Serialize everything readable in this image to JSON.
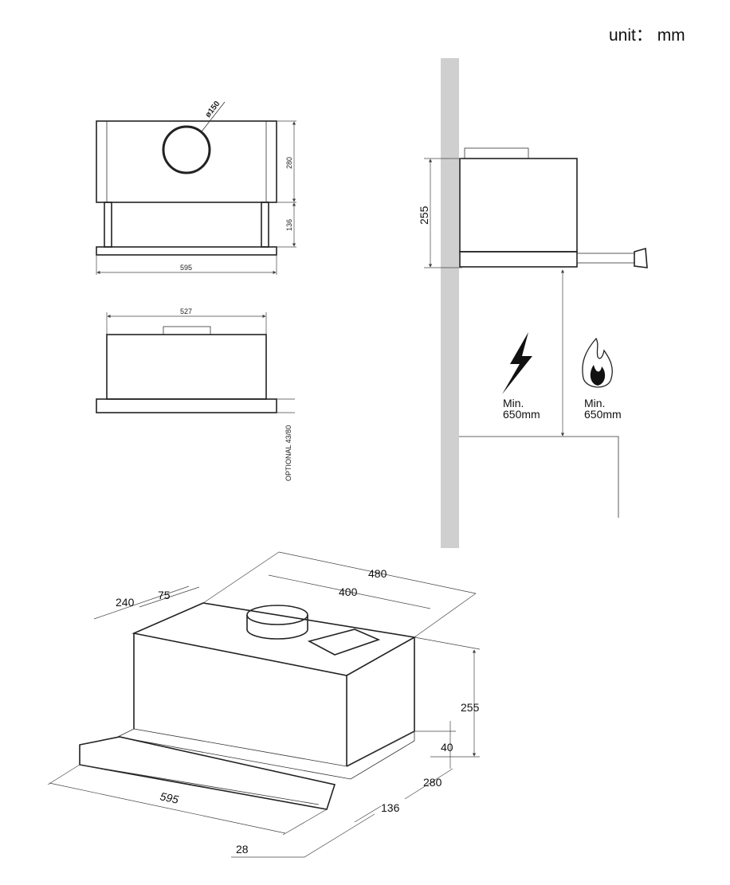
{
  "unit_label": "unit： mm",
  "front_view": {
    "duct_diameter": "ø150",
    "height_body": "280",
    "height_drawer": "136",
    "width": "595"
  },
  "top_view": {
    "width": "527",
    "optional_note": "OPTIONAL  43/80"
  },
  "side_view": {
    "height": "255",
    "electric_clearance": {
      "label": "Min.",
      "value": "650mm",
      "icon": "lightning-icon"
    },
    "gas_clearance": {
      "label": "Min.",
      "value": "650mm",
      "icon": "flame-icon"
    }
  },
  "iso_view": {
    "depth_total": "480",
    "duct_spacing": "400",
    "depth_240": "240",
    "offset_75": "75",
    "height": "255",
    "plate_height": "40",
    "depth_280": "280",
    "drawer_136": "136",
    "width": "595",
    "front_28": "28"
  },
  "colors": {
    "wall": "#cfcfcf",
    "line": "#222222"
  }
}
